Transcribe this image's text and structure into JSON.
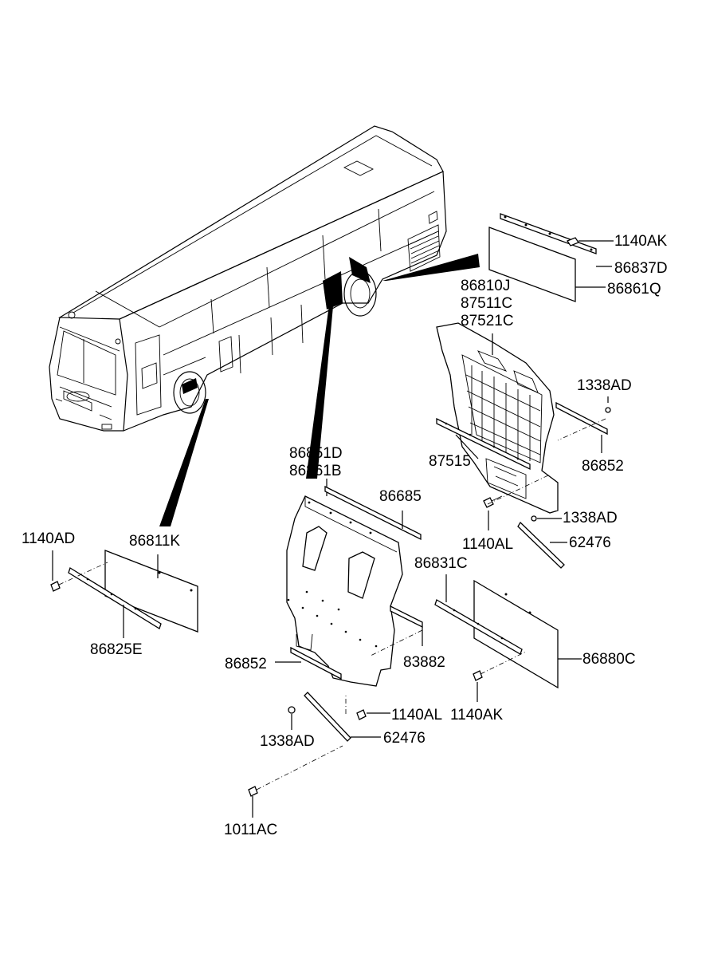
{
  "labels": {
    "p1140AK_top": "1140AK",
    "p86837D": "86837D",
    "p86861Q": "86861Q",
    "p86810J": "86810J",
    "p87511C": "87511C",
    "p87521C": "87521C",
    "p1338AD_right": "1338AD",
    "p87515": "87515",
    "p86852_right": "86852",
    "p1338AD_mid": "1338AD",
    "p1140AL_right": "1140AL",
    "p62476_right": "62476",
    "p86851D": "86851D",
    "p86861B": "86861B",
    "p86685": "86685",
    "p1140AD": "1140AD",
    "p86811K": "86811K",
    "p86825E": "86825E",
    "p86831C": "86831C",
    "p83882": "83882",
    "p86880C": "86880C",
    "p86852_left": "86852",
    "p1140AL_bottom": "1140AL",
    "p1140AK_bottom": "1140AK",
    "p1338AD_bottom": "1338AD",
    "p62476_bottom": "62476",
    "p1011AC": "1011AC"
  }
}
